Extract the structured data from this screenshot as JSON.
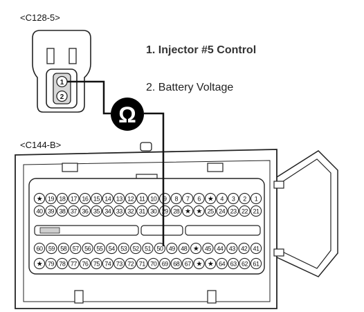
{
  "connectors": {
    "c128": {
      "name": "<C128-5>",
      "pins": [
        "1",
        "2"
      ]
    },
    "c144": {
      "name": "<C144-B>",
      "rows": [
        [
          "★",
          "19",
          "18",
          "17",
          "16",
          "15",
          "14",
          "13",
          "12",
          "11",
          "10",
          "9",
          "8",
          "7",
          "6",
          "★",
          "4",
          "3",
          "2",
          "1"
        ],
        [
          "40",
          "39",
          "38",
          "37",
          "36",
          "35",
          "34",
          "33",
          "32",
          "31",
          "30",
          "29",
          "28",
          "★",
          "★",
          "25",
          "24",
          "23",
          "22",
          "21"
        ],
        [
          "60",
          "59",
          "58",
          "57",
          "56",
          "55",
          "54",
          "53",
          "52",
          "51",
          "50",
          "49",
          "48",
          "★",
          "45",
          "44",
          "43",
          "42",
          "41"
        ],
        [
          "★",
          "79",
          "78",
          "77",
          "76",
          "75",
          "74",
          "73",
          "72",
          "71",
          "70",
          "69",
          "68",
          "67",
          "★",
          "★",
          "64",
          "63",
          "62",
          "61"
        ]
      ]
    }
  },
  "pin_descriptions": [
    "1. Injector #5 Control",
    "2. Battery Voltage"
  ],
  "meter": {
    "symbol": "Ω",
    "icon": "ohmmeter-icon"
  },
  "colors": {
    "line": "#111111",
    "meter_fill": "#000000",
    "meter_text": "#ffffff",
    "body_stroke": "#222222",
    "body_fill": "#ffffff"
  }
}
